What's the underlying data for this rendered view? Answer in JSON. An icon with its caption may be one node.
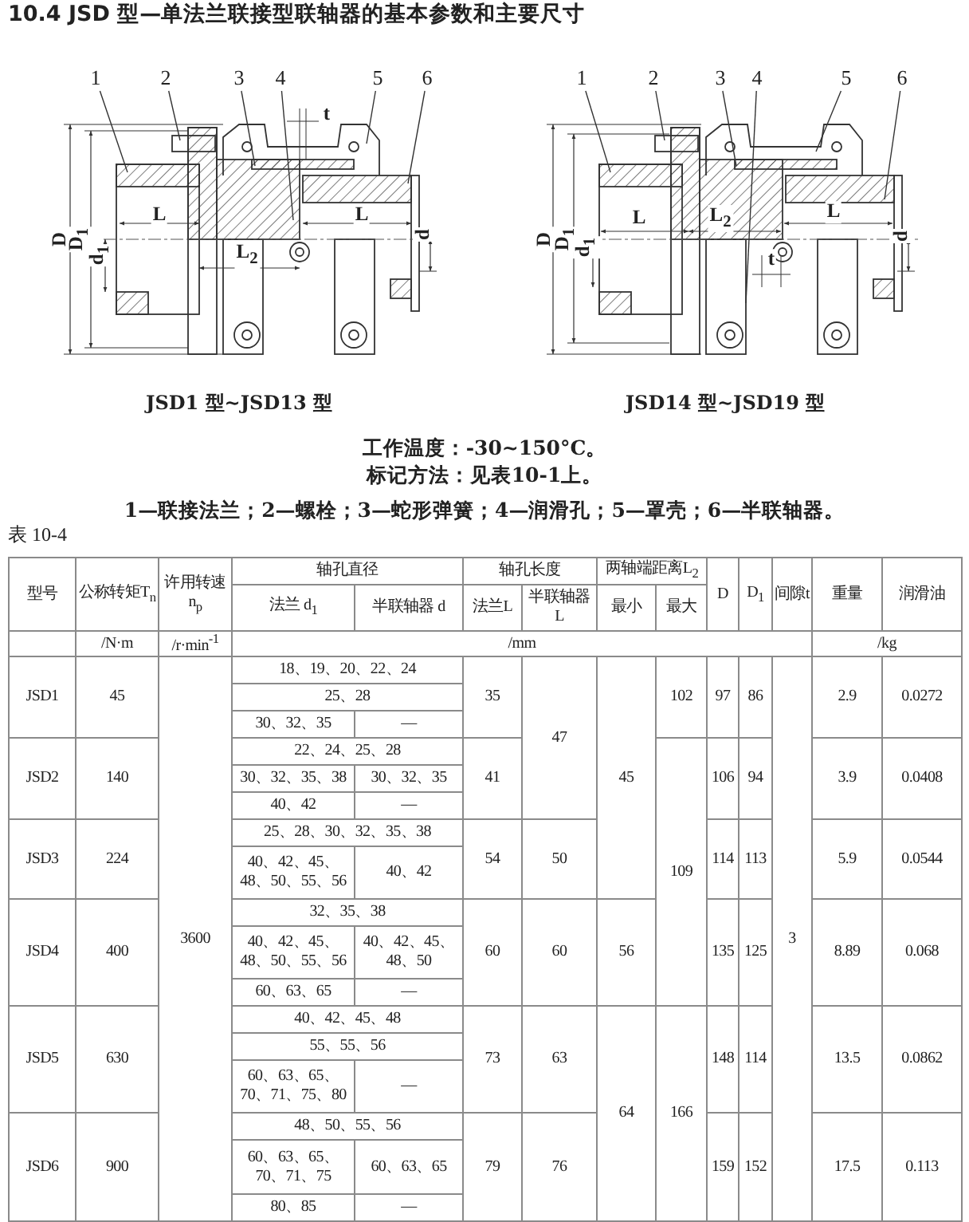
{
  "diagram": {
    "title": "10.4 JSD 型—单法兰联接型联轴器的基本参数和主要尺寸",
    "nodes": [
      {
        "text": [
          "1"
        ]
      },
      {
        "text": [
          "2"
        ]
      },
      {
        "text": [
          "3"
        ]
      },
      {
        "text": [
          "4"
        ]
      },
      {
        "text": [
          "5"
        ]
      },
      {
        "text": [
          "6"
        ]
      },
      {
        "text": [
          "1"
        ]
      },
      {
        "text": [
          "2"
        ]
      },
      {
        "text": [
          "3"
        ]
      },
      {
        "text": [
          "4"
        ]
      },
      {
        "text": [
          "5"
        ]
      },
      {
        "text": [
          "6"
        ]
      }
    ],
    "edges": [
      {
        "from": 0,
        "to": null,
        "arrow": "none"
      },
      {
        "from": 1,
        "to": null,
        "arrow": "none"
      },
      {
        "from": 2,
        "to": null,
        "arrow": "none"
      },
      {
        "from": 3,
        "to": null,
        "arrow": "none"
      },
      {
        "from": 4,
        "to": null,
        "arrow": "none"
      },
      {
        "from": 5,
        "to": null,
        "arrow": "none"
      },
      {
        "from": 6,
        "to": null,
        "arrow": "none"
      },
      {
        "from": 7,
        "to": null,
        "arrow": "none"
      },
      {
        "from": 8,
        "to": null,
        "arrow": "none"
      },
      {
        "from": 9,
        "to": null,
        "arrow": "none"
      },
      {
        "from": 10,
        "to": null,
        "arrow": "none"
      },
      {
        "from": 11,
        "to": null,
        "arrow": "none"
      }
    ],
    "labels": [
      "t",
      "L",
      "L",
      "D",
      "D$_{1}$",
      "d$_{1}$",
      "d",
      "L$_{2}$",
      "L",
      "L$_{2}$",
      "L",
      "D",
      "D$_{1}$",
      "d$_{1}$",
      "d",
      "t",
      "JSD1 型~JSD13 型",
      "JSD14 型~JSD19 型",
      "工作温度：-30~150°C。",
      "标记方法：见表10-1上。",
      "1—联接法兰；2—螺栓；3—蛇形弹簧；4—润滑孔；5—罩壳；6—半联轴器。",
      "表 10-4",
      "型号",
      "公称转矩T$_{n}$",
      "许用转速n$_{p}$",
      "轴孔直径",
      "轴孔长度",
      "两轴端距离L$_{2}$",
      "D",
      "D$_{1}$",
      "间隙t",
      "重量",
      "润滑油",
      "法兰 d$_{1}$",
      "半联轴器 d",
      "法兰L",
      "半联轴器L",
      "最小",
      "最大",
      "/N·m",
      "/r·min$^{-1}$",
      "/mm",
      "/kg",
      "18、19、20、22、24",
      "JSD1",
      "45",
      "25、28",
      "35",
      "102",
      "97",
      "86",
      "2.9",
      "0.0272",
      "30、32、35",
      "—",
      "22、24、25、28",
      "47",
      "JSD2",
      "140",
      "30、32、35、38",
      "30、32、35",
      "41",
      "45",
      "106",
      "94",
      "3.9",
      "0.0408",
      "40、42",
      "—",
      "25、28、30、32、35、38",
      "JSD3",
      "224",
      "40、42、45、48、50、55、56",
      "40、42",
      "54",
      "50",
      "109",
      "114",
      "113",
      "5.9",
      "0.0544",
      "32、35、38",
      "JSD4",
      "400",
      "3600",
      "40、42、45、48、50、55、56",
      "40、42、45、48、50",
      "60",
      "60",
      "56",
      "135",
      "125",
      "3",
      "8.89",
      "0.068",
      "60、63、65",
      "—",
      "40、42、45、48",
      "JSD5",
      "630",
      "55、55、56",
      "73",
      "63",
      "148",
      "114",
      "13.5",
      "0.0862",
      "60、63、65、70、71、75、80",
      "—",
      "48、50、55、56",
      "64",
      "166",
      "JSD6",
      "900",
      "60、63、65、70、71、75",
      "60、63、65",
      "79",
      "76",
      "159",
      "152",
      "17.5",
      "0.113",
      "80、85",
      "—"
    ]
  }
}
